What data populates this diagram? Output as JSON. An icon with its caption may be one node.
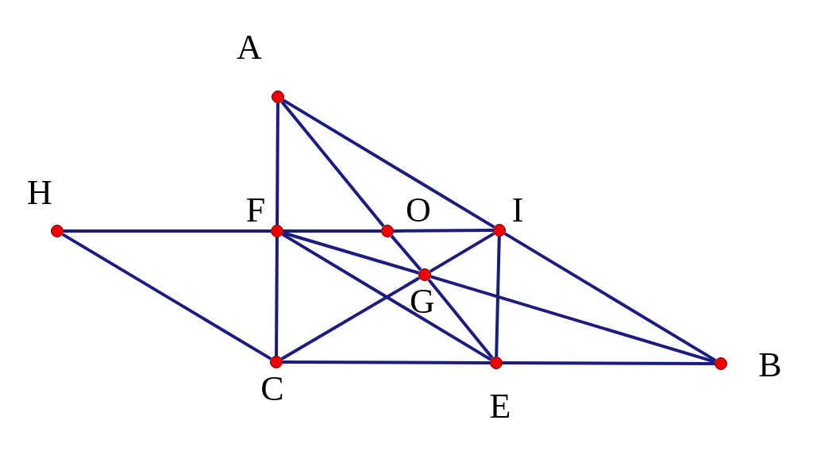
{
  "diagram": {
    "nodes": [
      {
        "text": [],
        "shape": "circle",
        "beside": [
          "A"
        ]
      },
      {
        "text": [],
        "shape": "circle",
        "beside": [
          "H"
        ]
      },
      {
        "text": [],
        "shape": "circle",
        "beside": [
          "F"
        ]
      },
      {
        "text": [],
        "shape": "circle",
        "beside": [
          "O"
        ]
      },
      {
        "text": [],
        "shape": "circle",
        "beside": [
          "I"
        ]
      },
      {
        "text": [],
        "shape": "circle",
        "beside": [
          "G"
        ]
      },
      {
        "text": [],
        "shape": "circle",
        "beside": [
          "C"
        ]
      },
      {
        "text": [],
        "shape": "circle",
        "beside": [
          "E"
        ]
      },
      {
        "text": [],
        "shape": "circle",
        "beside": [
          "B"
        ]
      }
    ],
    "edges": [
      {
        "from": 0,
        "to": 2,
        "arrow": "none"
      },
      {
        "from": 2,
        "to": 6,
        "arrow": "none"
      },
      {
        "from": 0,
        "to": 4,
        "arrow": "none"
      },
      {
        "from": 4,
        "to": 8,
        "arrow": "none"
      },
      {
        "from": 0,
        "to": 3,
        "arrow": "none"
      },
      {
        "from": 3,
        "to": 5,
        "arrow": "none"
      },
      {
        "from": 5,
        "to": 7,
        "arrow": "none"
      },
      {
        "from": 1,
        "to": 2,
        "arrow": "none"
      },
      {
        "from": 2,
        "to": 3,
        "arrow": "none"
      },
      {
        "from": 3,
        "to": 4,
        "arrow": "none"
      },
      {
        "from": 1,
        "to": 6,
        "arrow": "none"
      },
      {
        "from": 6,
        "to": 7,
        "arrow": "none"
      },
      {
        "from": 7,
        "to": 8,
        "arrow": "none"
      },
      {
        "from": 4,
        "to": 7,
        "arrow": "none"
      },
      {
        "from": 6,
        "to": 5,
        "arrow": "none"
      },
      {
        "from": 5,
        "to": 4,
        "arrow": "none"
      },
      {
        "from": 2,
        "to": 5,
        "arrow": "none"
      },
      {
        "from": 5,
        "to": 8,
        "arrow": "none"
      },
      {
        "from": 2,
        "to": 7,
        "arrow": "none"
      }
    ]
  }
}
